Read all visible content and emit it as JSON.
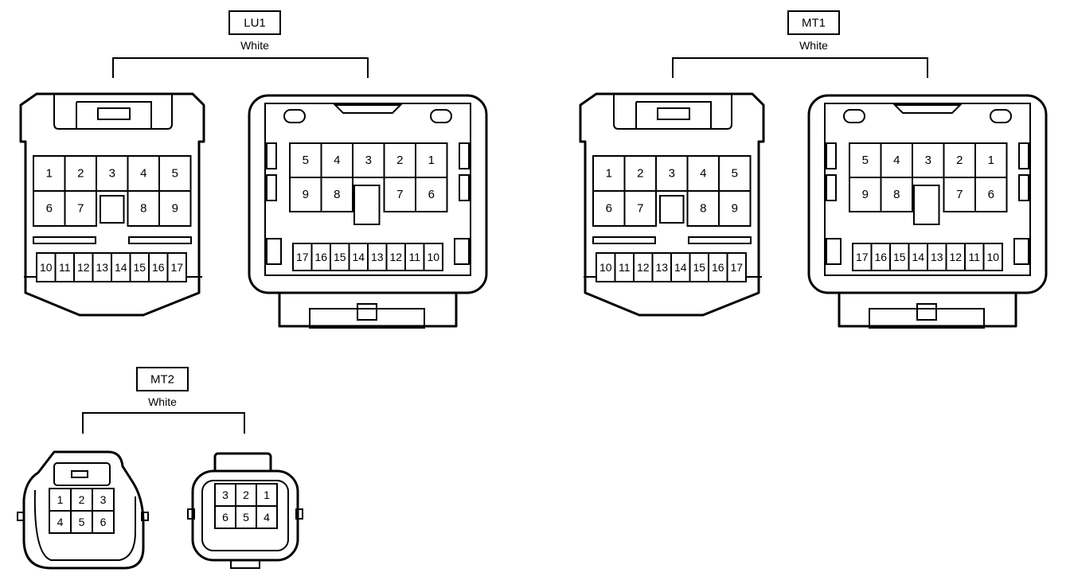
{
  "connectors": [
    {
      "id": "LU1",
      "name": "LU1",
      "color": "White",
      "type": "17pin",
      "female_rows": [
        [
          "1",
          "2",
          "3",
          "4",
          "5"
        ],
        [
          "6",
          "7",
          "",
          "8",
          "9"
        ],
        [
          "10",
          "11",
          "12",
          "13",
          "14",
          "15",
          "16",
          "17"
        ]
      ],
      "male_rows": [
        [
          "5",
          "4",
          "3",
          "2",
          "1"
        ],
        [
          "9",
          "8",
          "",
          "7",
          "6"
        ],
        [
          "17",
          "16",
          "15",
          "14",
          "13",
          "12",
          "11",
          "10"
        ]
      ]
    },
    {
      "id": "MT1",
      "name": "MT1",
      "color": "White",
      "type": "17pin",
      "female_rows": [
        [
          "1",
          "2",
          "3",
          "4",
          "5"
        ],
        [
          "6",
          "7",
          "",
          "8",
          "9"
        ],
        [
          "10",
          "11",
          "12",
          "13",
          "14",
          "15",
          "16",
          "17"
        ]
      ],
      "male_rows": [
        [
          "5",
          "4",
          "3",
          "2",
          "1"
        ],
        [
          "9",
          "8",
          "",
          "7",
          "6"
        ],
        [
          "17",
          "16",
          "15",
          "14",
          "13",
          "12",
          "11",
          "10"
        ]
      ]
    },
    {
      "id": "MT2",
      "name": "MT2",
      "color": "White",
      "type": "6pin",
      "female_rows": [
        [
          "1",
          "2",
          "3"
        ],
        [
          "4",
          "5",
          "6"
        ]
      ],
      "male_rows": [
        [
          "3",
          "2",
          "1"
        ],
        [
          "6",
          "5",
          "4"
        ]
      ]
    }
  ]
}
